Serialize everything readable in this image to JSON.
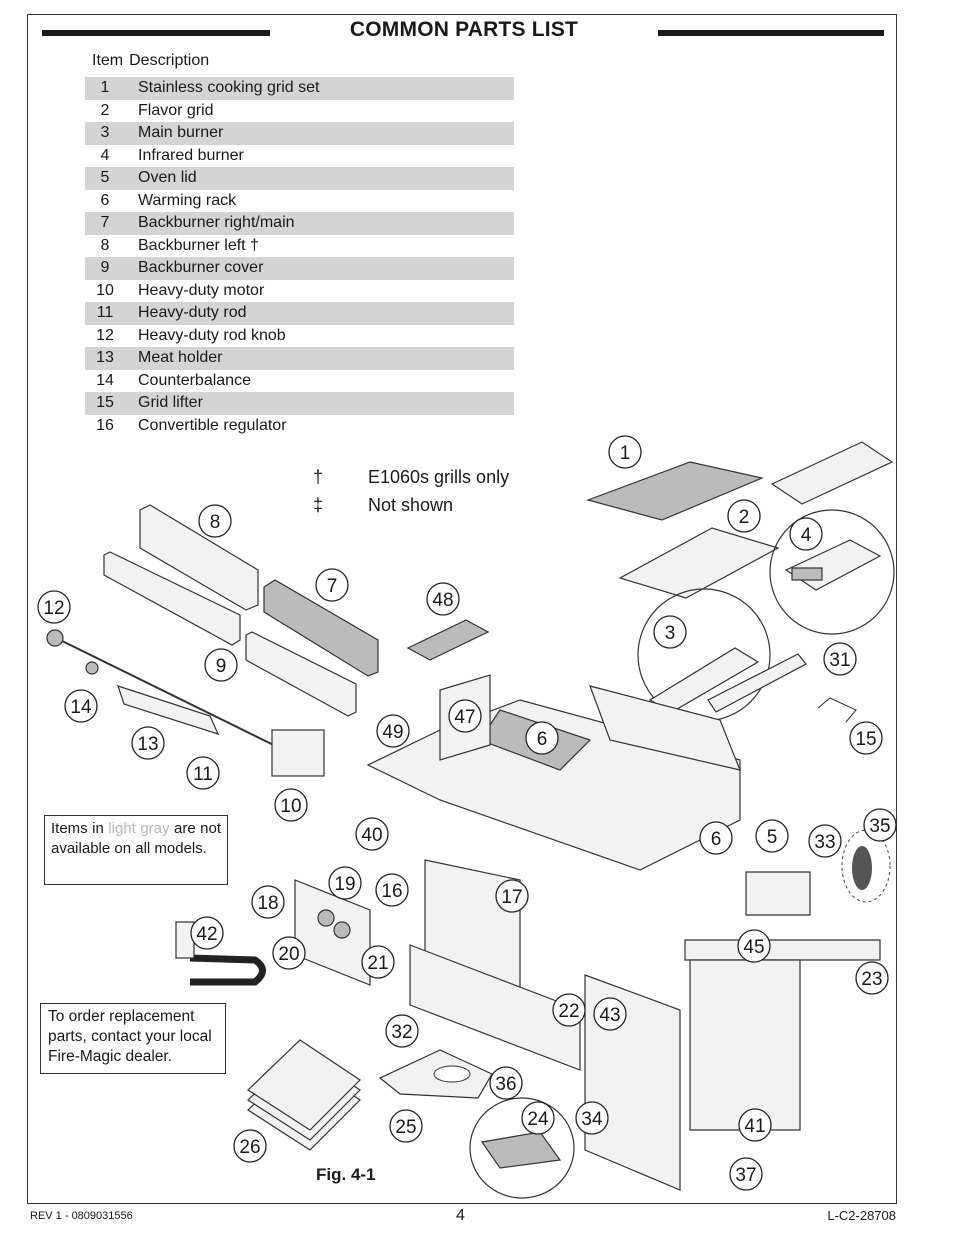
{
  "title": "COMMON PARTS LIST",
  "columns": {
    "item": "Item",
    "description": "Description"
  },
  "parts": [
    {
      "num": "1",
      "desc": "Stainless cooking grid set"
    },
    {
      "num": "2",
      "desc": "Flavor grid"
    },
    {
      "num": "3",
      "desc": "Main burner"
    },
    {
      "num": "4",
      "desc": "Infrared burner"
    },
    {
      "num": "5",
      "desc": "Oven lid"
    },
    {
      "num": "6",
      "desc": "Warming rack"
    },
    {
      "num": "7",
      "desc": "Backburner right/main"
    },
    {
      "num": "8",
      "desc": "Backburner left †"
    },
    {
      "num": "9",
      "desc": "Backburner cover"
    },
    {
      "num": "10",
      "desc": "Heavy-duty motor"
    },
    {
      "num": "11",
      "desc": "Heavy-duty rod"
    },
    {
      "num": "12",
      "desc": "Heavy-duty rod knob"
    },
    {
      "num": "13",
      "desc": "Meat holder"
    },
    {
      "num": "14",
      "desc": "Counterbalance"
    },
    {
      "num": "15",
      "desc": "Grid lifter"
    },
    {
      "num": "16",
      "desc": "Convertible regulator"
    }
  ],
  "legend": [
    {
      "symbol": "†",
      "text": "E1060s grills only"
    },
    {
      "symbol": "‡",
      "text": "Not shown"
    }
  ],
  "note_availability": {
    "before": "Items in ",
    "highlight": "light gray",
    "after": " are not available on all models."
  },
  "note_order": "To order replacement parts, contact your local Fire-Magic dealer.",
  "callouts": [
    "1",
    "2",
    "3",
    "4",
    "5",
    "6",
    "6",
    "7",
    "8",
    "9",
    "10",
    "11",
    "12",
    "13",
    "14",
    "15",
    "16",
    "17",
    "18",
    "19",
    "20",
    "21",
    "22",
    "23",
    "24",
    "25",
    "26",
    "31",
    "32",
    "33",
    "34",
    "35",
    "36",
    "37",
    "40",
    "41",
    "42",
    "43",
    "45",
    "47",
    "48",
    "49"
  ],
  "figure_label": "Fig. 4-1",
  "footer": {
    "revision": "REV 1 - 0809031556",
    "page": "4",
    "doc_code": "L-C2-28708"
  }
}
